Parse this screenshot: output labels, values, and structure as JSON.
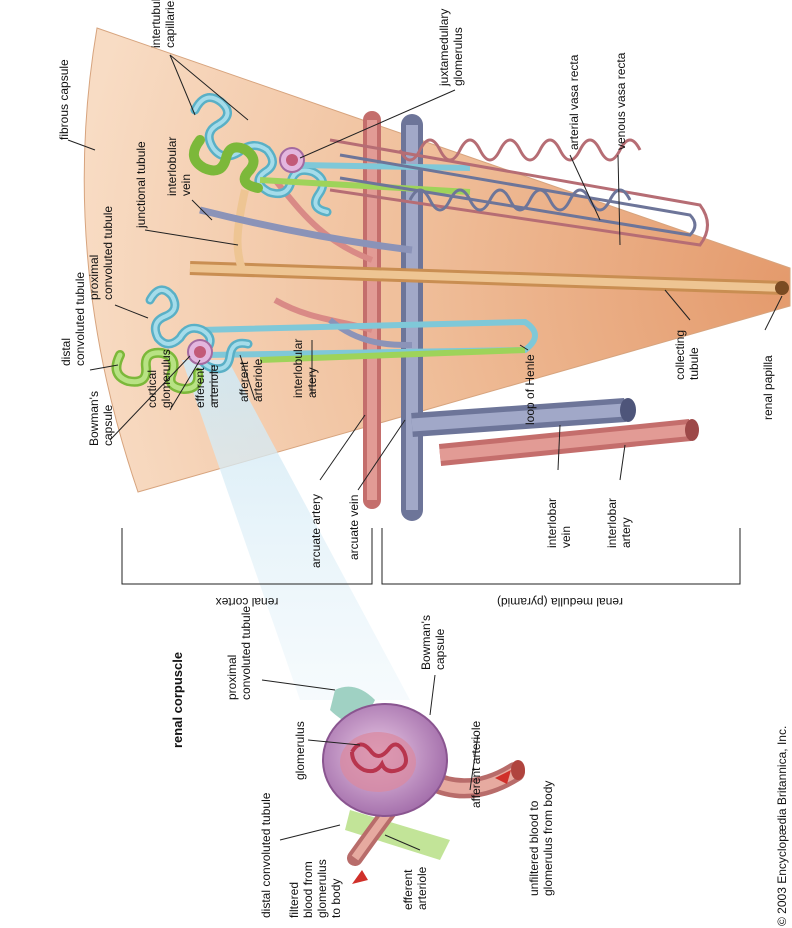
{
  "colors": {
    "wedge_outer": "#f5d5b8",
    "wedge_inner": "#e9a77a",
    "proximal_tubule": "#7fc8d8",
    "distal_tubule": "#9ed35a",
    "artery": "#d98a86",
    "vein": "#8b93b8",
    "collecting_tubule": "#e8b67a",
    "glomerulus": "#c98bc4"
  },
  "labels": {
    "fibrous_capsule": "fibrous capsule",
    "intertubular_capillaries": [
      "intertubular",
      "capillaries"
    ],
    "juxtamedullary_glomerulus": [
      "juxtamedullary",
      "glomerulus"
    ],
    "arterial_vasa_recta": "arterial vasa recta",
    "venous_vasa_recta": "venous vasa recta",
    "interlobular_vein": [
      "interlobular",
      "vein"
    ],
    "junctional_tubule": "junctional tubule",
    "proximal_convoluted_tubule": [
      "proximal",
      "convoluted tubule"
    ],
    "distal_convoluted_tubule": [
      "distal",
      "convoluted tubule"
    ],
    "bowmans_capsule": [
      "Bowman's",
      "capsule"
    ],
    "cortical_glomerulus": [
      "cortical",
      "glomerulus"
    ],
    "efferent_arteriole": [
      "efferent",
      "arteriole"
    ],
    "afferent_arteriole": [
      "afferent",
      "arteriole"
    ],
    "interlobular_artery": [
      "interlobular",
      "artery"
    ],
    "loop_of_henle": "loop of Henle",
    "collecting_tubule": [
      "collecting",
      "tubule"
    ],
    "renal_papilla": "renal papilla",
    "arcuate_artery": "arcuate artery",
    "arcuate_vein": "arcuate vein",
    "interlobar_vein": [
      "interlobar",
      "vein"
    ],
    "interlobar_artery": [
      "interlobar",
      "artery"
    ],
    "renal_cortex": "renal cortex",
    "renal_medulla": "renal medulla (pyramid)"
  },
  "inset": {
    "title": "renal corpuscle",
    "proximal_convoluted_tubule": [
      "proximal",
      "convoluted tubule"
    ],
    "bowmans_capsule": [
      "Bowman's",
      "capsule"
    ],
    "glomerulus": "glomerulus",
    "afferent_arteriole": "afferent arteriole",
    "distal_convoluted_tubule": "distal convoluted tubule",
    "unfiltered_blood": [
      "unfiltered blood to",
      "glomerulus from body"
    ],
    "filtered_blood": [
      "filtered",
      "blood from",
      "glomerulus",
      "to body"
    ],
    "efferent_arteriole": [
      "efferent",
      "arteriole"
    ]
  },
  "copyright": "© 2003 Encyclopædia Britannica, Inc."
}
